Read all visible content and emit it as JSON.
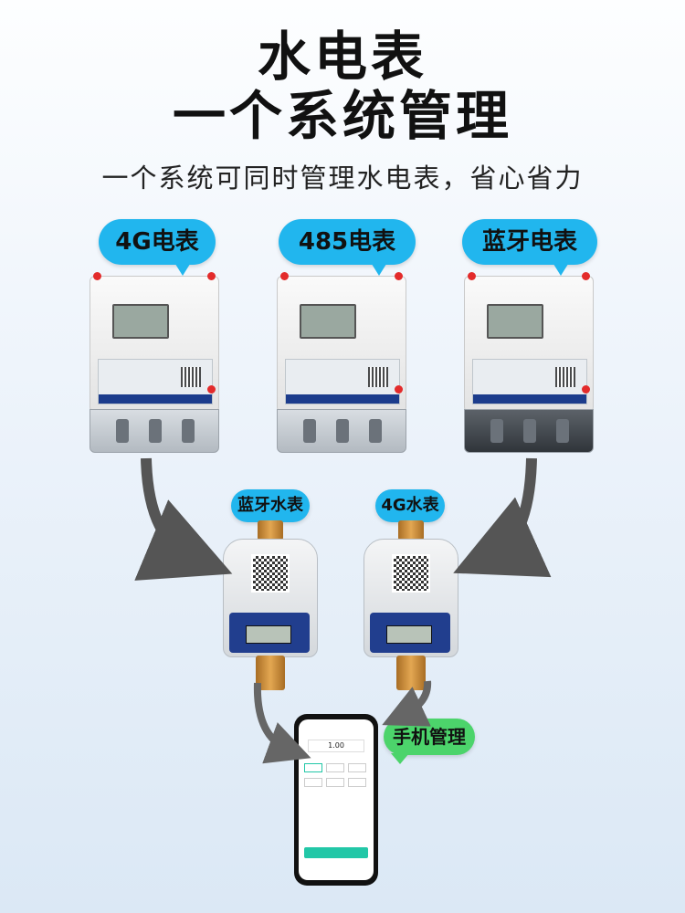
{
  "header": {
    "title_line1": "水电表",
    "title_line2": "一个系统管理",
    "subtitle": "一个系统可同时管理水电表，省心省力"
  },
  "bubbles": {
    "electric_4g": "4G电表",
    "electric_485": "485电表",
    "electric_bluetooth": "蓝牙电表",
    "water_bluetooth": "蓝牙水表",
    "water_4g": "4G水表",
    "phone_manage": "手机管理"
  },
  "phone": {
    "amount": "1.00"
  },
  "colors": {
    "bubble_blue": "#21b6ee",
    "bubble_green": "#4cd46b",
    "arrow": "#555555"
  }
}
